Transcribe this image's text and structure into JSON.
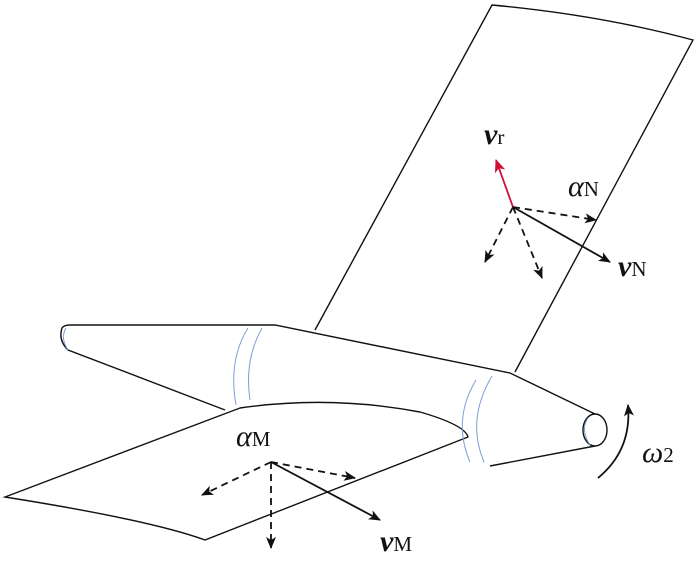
{
  "labels": {
    "v_r": {
      "main": "v",
      "sub": "r"
    },
    "alpha_N": {
      "main": "α",
      "sub": "N"
    },
    "v_N": {
      "main": "v",
      "sub": "N"
    },
    "alpha_M": {
      "main": "α",
      "sub": "M"
    },
    "v_M": {
      "main": "v",
      "sub": "M"
    },
    "omega_2": {
      "main": "ω",
      "sub": "2"
    }
  },
  "colors": {
    "outline": "#111111",
    "ring": "#7f9fd6",
    "relative_velocity": "#d0103a"
  }
}
